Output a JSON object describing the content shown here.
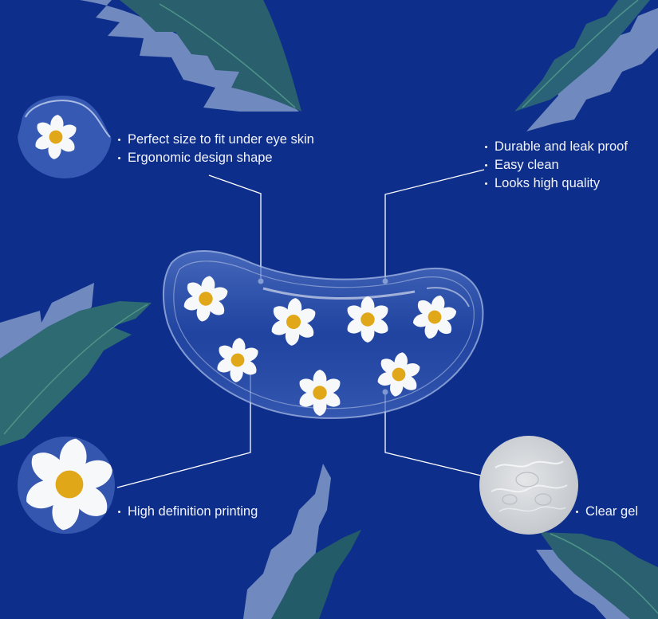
{
  "colors": {
    "background": "#0E2E8C",
    "leaf_light": "#7089BE",
    "leaf_teal": "#2F6470",
    "leaf_dark_teal": "#1F5566",
    "leaf_vein": "#4F9488",
    "patch_fill": "#3F63B8",
    "petal": "#F7F8FA",
    "flower_center": "#E0A818",
    "gel": "#D6D9DC",
    "text": "#F2F4FA",
    "connector": "#FFFFFF"
  },
  "features": {
    "top_left": {
      "items": [
        "Perfect size to fit under eye skin",
        "Ergonomic design shape"
      ],
      "icon": "patch-edge-closeup"
    },
    "top_right": {
      "items": [
        "Durable and leak proof",
        "Easy clean",
        "Looks high quality"
      ]
    },
    "bottom_left": {
      "items": [
        "High definition printing"
      ],
      "icon": "flower-closeup"
    },
    "bottom_right": {
      "items": [
        "Clear gel"
      ],
      "icon": "gel-texture-closeup"
    }
  },
  "product": {
    "name": "clear gel under-eye patch with daisy prints",
    "flower_count": 7
  }
}
